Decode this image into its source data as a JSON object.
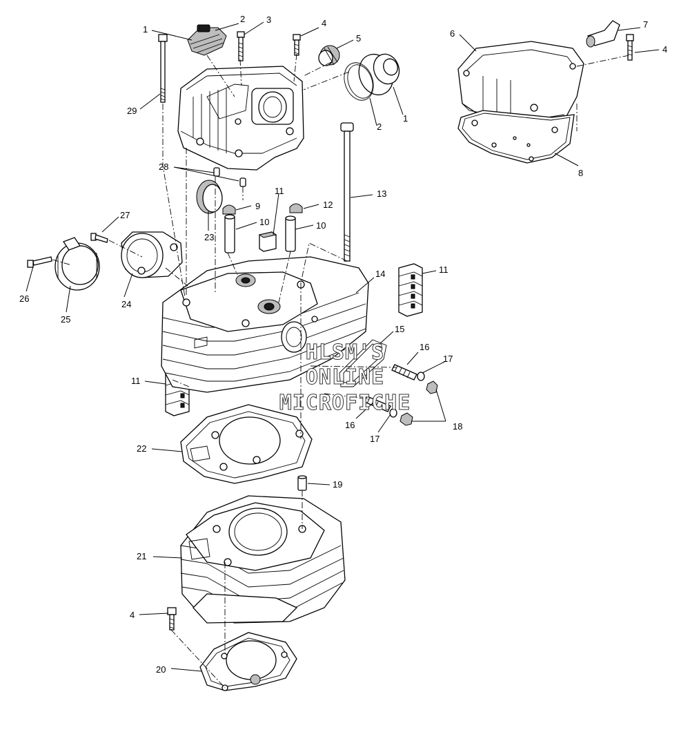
{
  "watermark": {
    "line1": "HLSM'S",
    "line2": "ONLINE",
    "line3": "MICROFICHE"
  },
  "callouts": [
    {
      "id": "c1a",
      "text": "1"
    },
    {
      "id": "c2a",
      "text": "2"
    },
    {
      "id": "c3",
      "text": "3"
    },
    {
      "id": "c4a",
      "text": "4"
    },
    {
      "id": "c5",
      "text": "5"
    },
    {
      "id": "c2b",
      "text": "2"
    },
    {
      "id": "c1b",
      "text": "1"
    },
    {
      "id": "c29",
      "text": "29"
    },
    {
      "id": "c28",
      "text": "28"
    },
    {
      "id": "c6",
      "text": "6"
    },
    {
      "id": "c7",
      "text": "7"
    },
    {
      "id": "c4b",
      "text": "4"
    },
    {
      "id": "c8",
      "text": "8"
    },
    {
      "id": "c13",
      "text": "13"
    },
    {
      "id": "c11a",
      "text": "11"
    },
    {
      "id": "c9",
      "text": "9"
    },
    {
      "id": "c12",
      "text": "12"
    },
    {
      "id": "c10a",
      "text": "10"
    },
    {
      "id": "c10b",
      "text": "10"
    },
    {
      "id": "c23",
      "text": "23"
    },
    {
      "id": "c27",
      "text": "27"
    },
    {
      "id": "c26",
      "text": "26"
    },
    {
      "id": "c25",
      "text": "25"
    },
    {
      "id": "c24",
      "text": "24"
    },
    {
      "id": "c14",
      "text": "14"
    },
    {
      "id": "c11b",
      "text": "11"
    },
    {
      "id": "c15",
      "text": "15"
    },
    {
      "id": "c16a",
      "text": "16"
    },
    {
      "id": "c17a",
      "text": "17"
    },
    {
      "id": "c11c",
      "text": "11"
    },
    {
      "id": "c16b",
      "text": "16"
    },
    {
      "id": "c17b",
      "text": "17"
    },
    {
      "id": "c18",
      "text": "18"
    },
    {
      "id": "c22",
      "text": "22"
    },
    {
      "id": "c19",
      "text": "19"
    },
    {
      "id": "c21",
      "text": "21"
    },
    {
      "id": "c4c",
      "text": "4"
    },
    {
      "id": "c20",
      "text": "20"
    }
  ]
}
